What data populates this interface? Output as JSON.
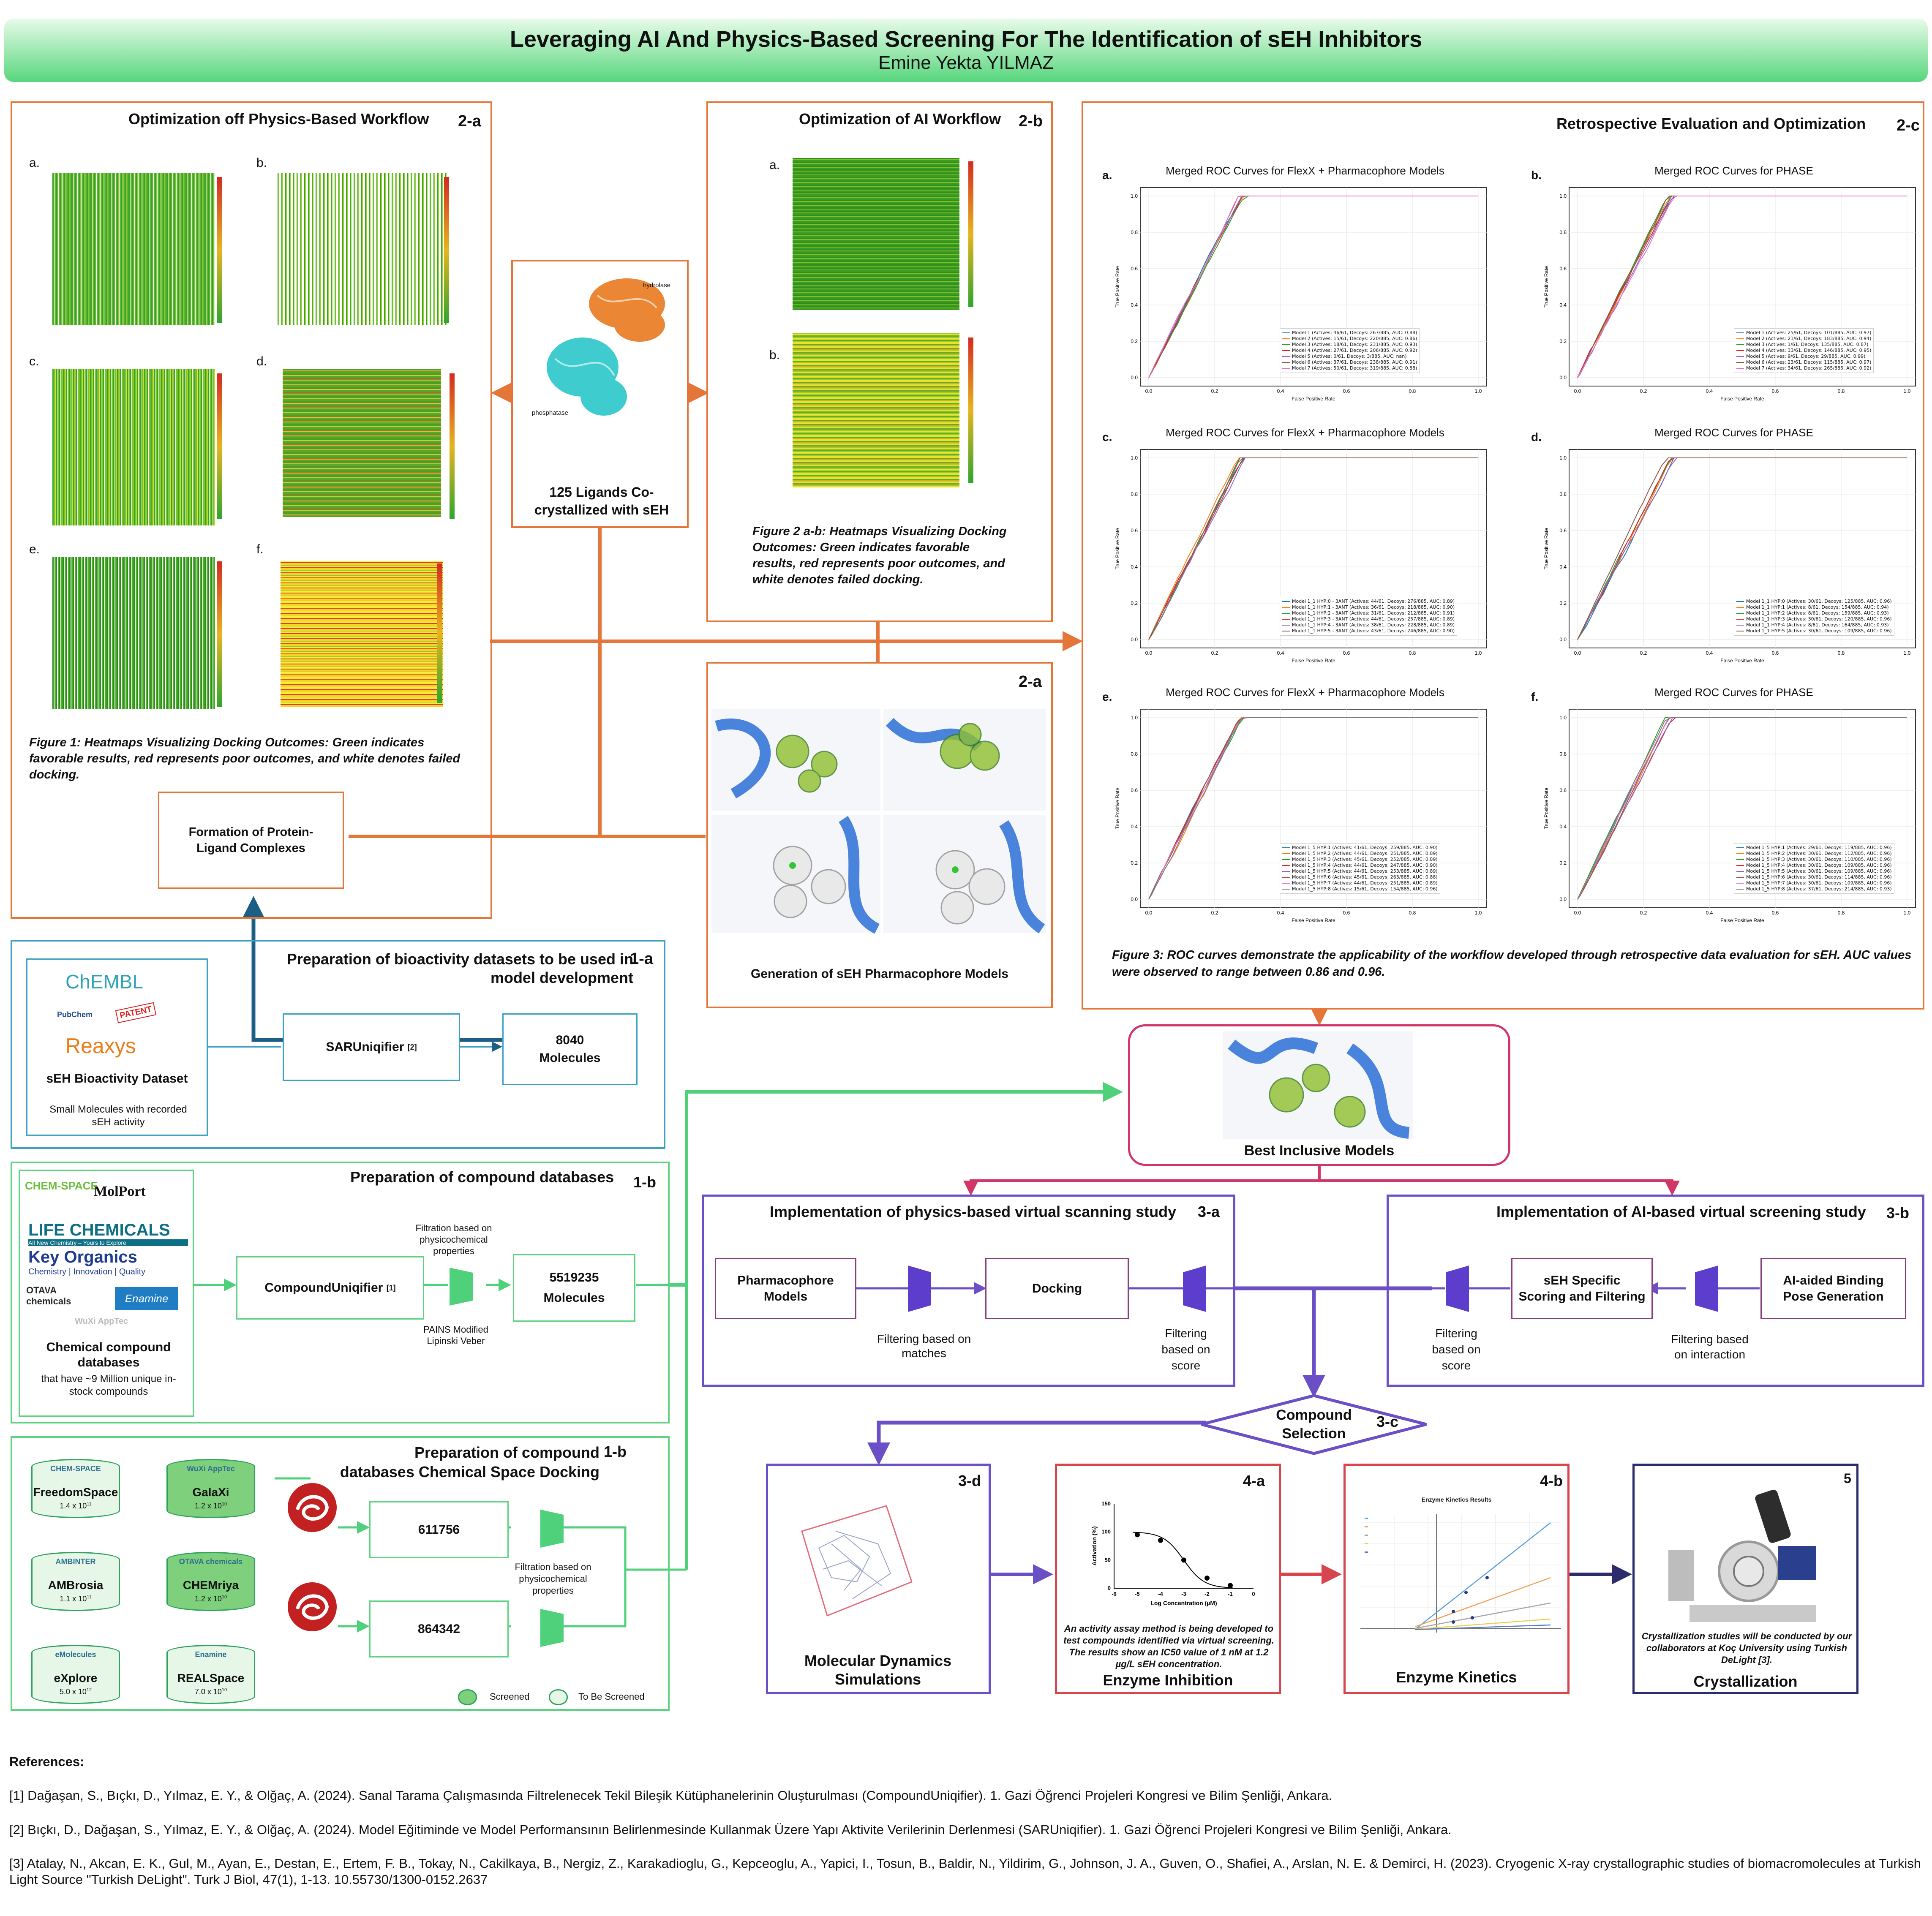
{
  "header": {
    "title": "Leveraging AI And Physics-Based Screening For The Identification of sEH Inhibitors",
    "author": "Emine Yekta YILMAZ"
  },
  "p2a": {
    "title": "Optimization off Physics-Based Workflow",
    "tag": "2-a",
    "panel_labels": [
      "a.",
      "b.",
      "c.",
      "d.",
      "e.",
      "f."
    ],
    "caption": "Figure 1: Heatmaps Visualizing Docking Outcomes: Green indicates favorable results, red represents poor outcomes, and white denotes failed docking.",
    "complex_label": "Formation of Protein-Ligand Complexes"
  },
  "ligands": {
    "label": "125 Ligands Co-crystallized with sEH",
    "hydrolase": "hydrolase",
    "phosphatase": "phosphatase"
  },
  "p2b": {
    "title": "Optimization of AI Workflow",
    "tag": "2-b",
    "panel_labels": [
      "a.",
      "b."
    ],
    "caption": "Figure 2 a-b: Heatmaps Visualizing Docking Outcomes: Green indicates favorable results, red represents poor outcomes, and white denotes failed docking."
  },
  "pharm": {
    "tag": "2-a",
    "label": "Generation of sEH Pharmacophore Models"
  },
  "p2c": {
    "title": "Retrospective Evaluation and Optimization",
    "tag": "2-c",
    "caption": "Figure 3: ROC curves demonstrate the applicability of the workflow developed through retrospective data evaluation for sEH. AUC values were observed to range between 0.86 and 0.96.",
    "x_axis": "False Positive Rate",
    "y_axis": "True Positive Rate",
    "ticks": [
      "0.0",
      "0.2",
      "0.4",
      "0.6",
      "0.8",
      "1.0"
    ],
    "charts": [
      {
        "label": "a.",
        "title": "Merged ROC Curves for FlexX + Pharmacophore Models",
        "legend": [
          "Model 1 (Actives: 46/61, Decoys: 267/885, AUC: 0.88)",
          "Model 2 (Actives: 15/61, Decoys: 220/885, AUC: 0.86)",
          "Model 3 (Actives: 18/61, Decoys: 231/885, AUC: 0.93)",
          "Model 4 (Actives: 27/61, Decoys: 206/885, AUC: 0.92)",
          "Model 5 (Actives: 0/61, Decoys: 3/885, AUC: nan)",
          "Model 6 (Actives: 37/61, Decoys: 238/885, AUC: 0.91)",
          "Model 7 (Actives: 50/61, Decoys: 319/885, AUC: 0.88)"
        ]
      },
      {
        "label": "b.",
        "title": "Merged ROC Curves for PHASE",
        "legend": [
          "Model 1 (Actives: 25/61, Decoys: 101/885, AUC: 0.97)",
          "Model 2 (Actives: 21/61, Decoys: 183/885, AUC: 0.94)",
          "Model 3 (Actives: 1/61, Decoys: 135/885, AUC: 0.87)",
          "Model 4 (Actives: 33/61, Decoys: 146/885, AUC: 0.95)",
          "Model 5 (Actives: 9/61, Decoys: 29/885, AUC: 0.99)",
          "Model 6 (Actives: 23/61, Decoys: 115/885, AUC: 0.97)",
          "Model 7 (Actives: 34/61, Decoys: 265/885, AUC: 0.92)"
        ]
      },
      {
        "label": "c.",
        "title": "Merged ROC Curves for FlexX + Pharmacophore Models",
        "legend": [
          "Model 1_1 HYP:0 - 3ANT (Actives: 44/61, Decoys: 276/885, AUC: 0.89)",
          "Model 1_1 HYP:1 - 3ANT (Actives: 36/61, Decoys: 218/885, AUC: 0.90)",
          "Model 1_1 HYP:2 - 3ANT (Actives: 31/61, Decoys: 212/885, AUC: 0.91)",
          "Model 1_1 HYP:3 - 3ANT (Actives: 44/61, Decoys: 257/885, AUC: 0.89)",
          "Model 1_1 HYP:4 - 3ANT (Actives: 38/61, Decoys: 228/885, AUC: 0.89)",
          "Model 1_1 HYP:5 - 3ANT (Actives: 43/61, Decoys: 246/885, AUC: 0.90)"
        ]
      },
      {
        "label": "d.",
        "title": "Merged ROC Curves for PHASE",
        "legend": [
          "Model 1_1 HYP:0 (Actives: 30/61, Decoys: 125/885, AUC: 0.96)",
          "Model 1_1 HYP:1 (Actives: 8/61, Decoys: 154/885, AUC: 0.94)",
          "Model 1_1 HYP:2 (Actives: 8/61, Decoys: 159/885, AUC: 0.93)",
          "Model 1_1 HYP:3 (Actives: 30/61, Decoys: 120/885, AUC: 0.96)",
          "Model 1_1 HYP:4 (Actives: 8/61, Decoys: 164/885, AUC: 0.93)",
          "Model 1_1 HYP:5 (Actives: 30/61, Decoys: 109/885, AUC: 0.96)"
        ]
      },
      {
        "label": "e.",
        "title": "Merged ROC Curves for FlexX + Pharmacophore Models",
        "legend": [
          "Model 1_5 HYP:1 (Actives: 41/61, Decoys: 259/885, AUC: 0.90)",
          "Model 1_5 HYP:2 (Actives: 44/61, Decoys: 251/885, AUC: 0.89)",
          "Model 1_5 HYP:3 (Actives: 45/61, Decoys: 252/885, AUC: 0.89)",
          "Model 1_5 HYP:4 (Actives: 44/61, Decoys: 247/885, AUC: 0.90)",
          "Model 1_5 HYP:5 (Actives: 44/61, Decoys: 253/885, AUC: 0.89)",
          "Model 1_5 HYP:6 (Actives: 45/61, Decoys: 263/885, AUC: 0.88)",
          "Model 1_5 HYP:7 (Actives: 44/61, Decoys: 251/885, AUC: 0.89)",
          "Model 1_5 HYP:8 (Actives: 15/61, Decoys: 154/885, AUC: 0.96)"
        ]
      },
      {
        "label": "f.",
        "title": "Merged ROC Curves for PHASE",
        "legend": [
          "Model 1_5 HYP:1 (Actives: 29/61, Decoys: 119/885, AUC: 0.96)",
          "Model 1_5 HYP:2 (Actives: 30/61, Decoys: 112/885, AUC: 0.96)",
          "Model 1_5 HYP:3 (Actives: 30/61, Decoys: 110/885, AUC: 0.96)",
          "Model 1_5 HYP:4 (Actives: 30/61, Decoys: 109/885, AUC: 0.96)",
          "Model 1_5 HYP:5 (Actives: 30/61, Decoys: 109/885, AUC: 0.96)",
          "Model 1_5 HYP:6 (Actives: 30/61, Decoys: 114/885, AUC: 0.96)",
          "Model 1_5 HYP:7 (Actives: 30/61, Decoys: 109/885, AUC: 0.96)",
          "Model 1_5 HYP:8 (Actives: 37/61, Decoys: 214/885, AUC: 0.93)"
        ]
      }
    ]
  },
  "s1a": {
    "title": "Preparation of bioactivity datasets to be used in model development",
    "tag": "1-a",
    "logos": [
      "ChEMBL",
      "PubChem",
      "PATENT",
      "Reaxys"
    ],
    "dataset_title": "sEH Bioactivity Dataset",
    "dataset_desc": "Small Molecules with recorded sEH activity",
    "tool": "SARUniqifier",
    "tool_ref": "[2]",
    "result": "8040 Molecules"
  },
  "s1b": {
    "title": "Preparation of compound databases",
    "tag": "1-b",
    "logos": [
      "CHEM-SPACE",
      "MolPort",
      "LIFE CHEMICALS",
      "All New Chemistry – Yours to Explore",
      "Key Organics",
      "Chemistry | Innovation | Quality",
      "OTAVA chemicals",
      "Enamine",
      "WuXi AppTec"
    ],
    "db_title": "Chemical compound databases",
    "db_desc": "that have ~9 Million unique in-stock compounds",
    "tool": "CompoundUniqifier",
    "tool_ref": "[1]",
    "filter_top": "Filtration based on physicochemical properties",
    "filter_bottom": "PAINS Modified Lipinski Veber",
    "result": "5519235 Molecules"
  },
  "s1b2": {
    "title": "Preparation of compound databases Chemical Space Docking",
    "tag": "1-b",
    "spaces": [
      {
        "logo": "CHEM-SPACE",
        "name": "FreedomSpace",
        "size": "1.4 x 10",
        "exp": "11",
        "screened": false
      },
      {
        "logo": "WuXi AppTec",
        "name": "GalaXi",
        "size": "1.2 x 10",
        "exp": "10",
        "screened": true
      },
      {
        "logo": "AMBINTER",
        "name": "AMBrosia",
        "size": "1.1 x 10",
        "exp": "11",
        "screened": false
      },
      {
        "logo": "OTAVA chemicals",
        "name": "CHEMriya",
        "size": "1.2 x 10",
        "exp": "10",
        "screened": true
      },
      {
        "logo": "eMolecules",
        "name": "eXplore",
        "size": "5.0 x 10",
        "exp": "12",
        "screened": false
      },
      {
        "logo": "Enamine",
        "name": "REALSpace",
        "size": "7.0 x 10",
        "exp": "10",
        "screened": false
      }
    ],
    "counts": [
      "611756",
      "864342"
    ],
    "filter": "Filtration based on physicochemical properties",
    "legend_screened": "Screened",
    "legend_to_be": "To Be Screened"
  },
  "best": {
    "label": "Best Inclusive Models"
  },
  "s3a": {
    "title": "Implementation of physics-based virtual scanning study",
    "tag": "3-a",
    "step1": "Pharmacophore Models",
    "step2": "Docking",
    "f1": "Filtering based on matches",
    "f2": "Filtering based on score"
  },
  "s3b": {
    "title": "Implementation of AI-based virtual screening study",
    "tag": "3-b",
    "step1": "sEH Specific Scoring and Filtering",
    "step2": "AI-aided Binding Pose Generation",
    "f1": "Filtering based on score",
    "f2": "Filtering based on interaction"
  },
  "selection": {
    "label": "Compound Selection",
    "tag": "3-c"
  },
  "md": {
    "tag": "3-d",
    "label": "Molecular Dynamics Simulations"
  },
  "inhib": {
    "tag": "4-a",
    "label": "Enzyme Inhibition",
    "caption": "An activity assay method is being developed to test compounds identified via virtual screening. The results show an IC50 value of 1 nM at 1.2 µg/L sEH concentration.",
    "chart_data": {
      "type": "scatter",
      "xlabel": "Log Concentration (µM)",
      "ylabel": "Activation (%)",
      "x": [
        -5,
        -4,
        -3,
        -2,
        -1
      ],
      "y": [
        95,
        85,
        50,
        18,
        5
      ],
      "xlim": [
        -6,
        0
      ],
      "ylim": [
        0,
        150
      ],
      "xticks": [
        "-6",
        "-5",
        "-4",
        "-3",
        "-2",
        "-1",
        "0"
      ],
      "yticks": [
        "0",
        "50",
        "100",
        "150"
      ]
    }
  },
  "kin": {
    "tag": "4-b",
    "label": "Enzyme Kinetics",
    "chart_title": "Enzyme Kinetics Results"
  },
  "crys": {
    "tag": "5",
    "label": "Crystallization",
    "caption": "Crystallization studies will be conducted by our collaborators at Koç University using Turkish DeLight [3]."
  },
  "refs": {
    "heading": "References:",
    "items": [
      "[1] Dağaşan, S., Bıçkı, D., Yılmaz, E. Y., & Olğaç, A. (2024). Sanal Tarama Çalışmasında Filtrelenecek Tekil Bileşik Kütüphanelerinin Oluşturulması (CompoundUniqifier). 1. Gazi Öğrenci Projeleri Kongresi ve Bilim Şenliği, Ankara.",
      "[2] Bıçkı, D., Dağaşan, S., Yılmaz, E. Y., & Olğaç, A. (2024). Model Eğitiminde ve Model Performansının Belirlenmesinde Kullanmak Üzere Yapı Aktivite Verilerinin Derlenmesi (SARUniqifier). 1. Gazi Öğrenci Projeleri Kongresi ve Bilim Şenliği, Ankara.",
      "[3] Atalay, N., Akcan, E. K., Gul, M., Ayan, E., Destan, E., Ertem, F. B., Tokay, N., Cakilkaya, B., Nergiz, Z., Karakadioglu, G., Kepceoglu, A., Yapici, I., Tosun, B., Baldir, N., Yildirim, G., Johnson, J. A., Guven, O., Shafiei, A., Arslan, N. E. & Demirci, H. (2023). Cryogenic X-ray crystallographic studies of biomacromolecules at Turkish Light Source \"Turkish DeLight\". Turk J Biol, 47(1), 1-13. 10.55730/1300-0152.2637"
    ]
  },
  "colors": {
    "orange": "#e5763a",
    "blue": "#3ea1c4",
    "green": "#5fd281",
    "purple": "#6a4fc6",
    "magenta": "#d13666",
    "red": "#d7454e",
    "navy": "#2c2b6b"
  }
}
